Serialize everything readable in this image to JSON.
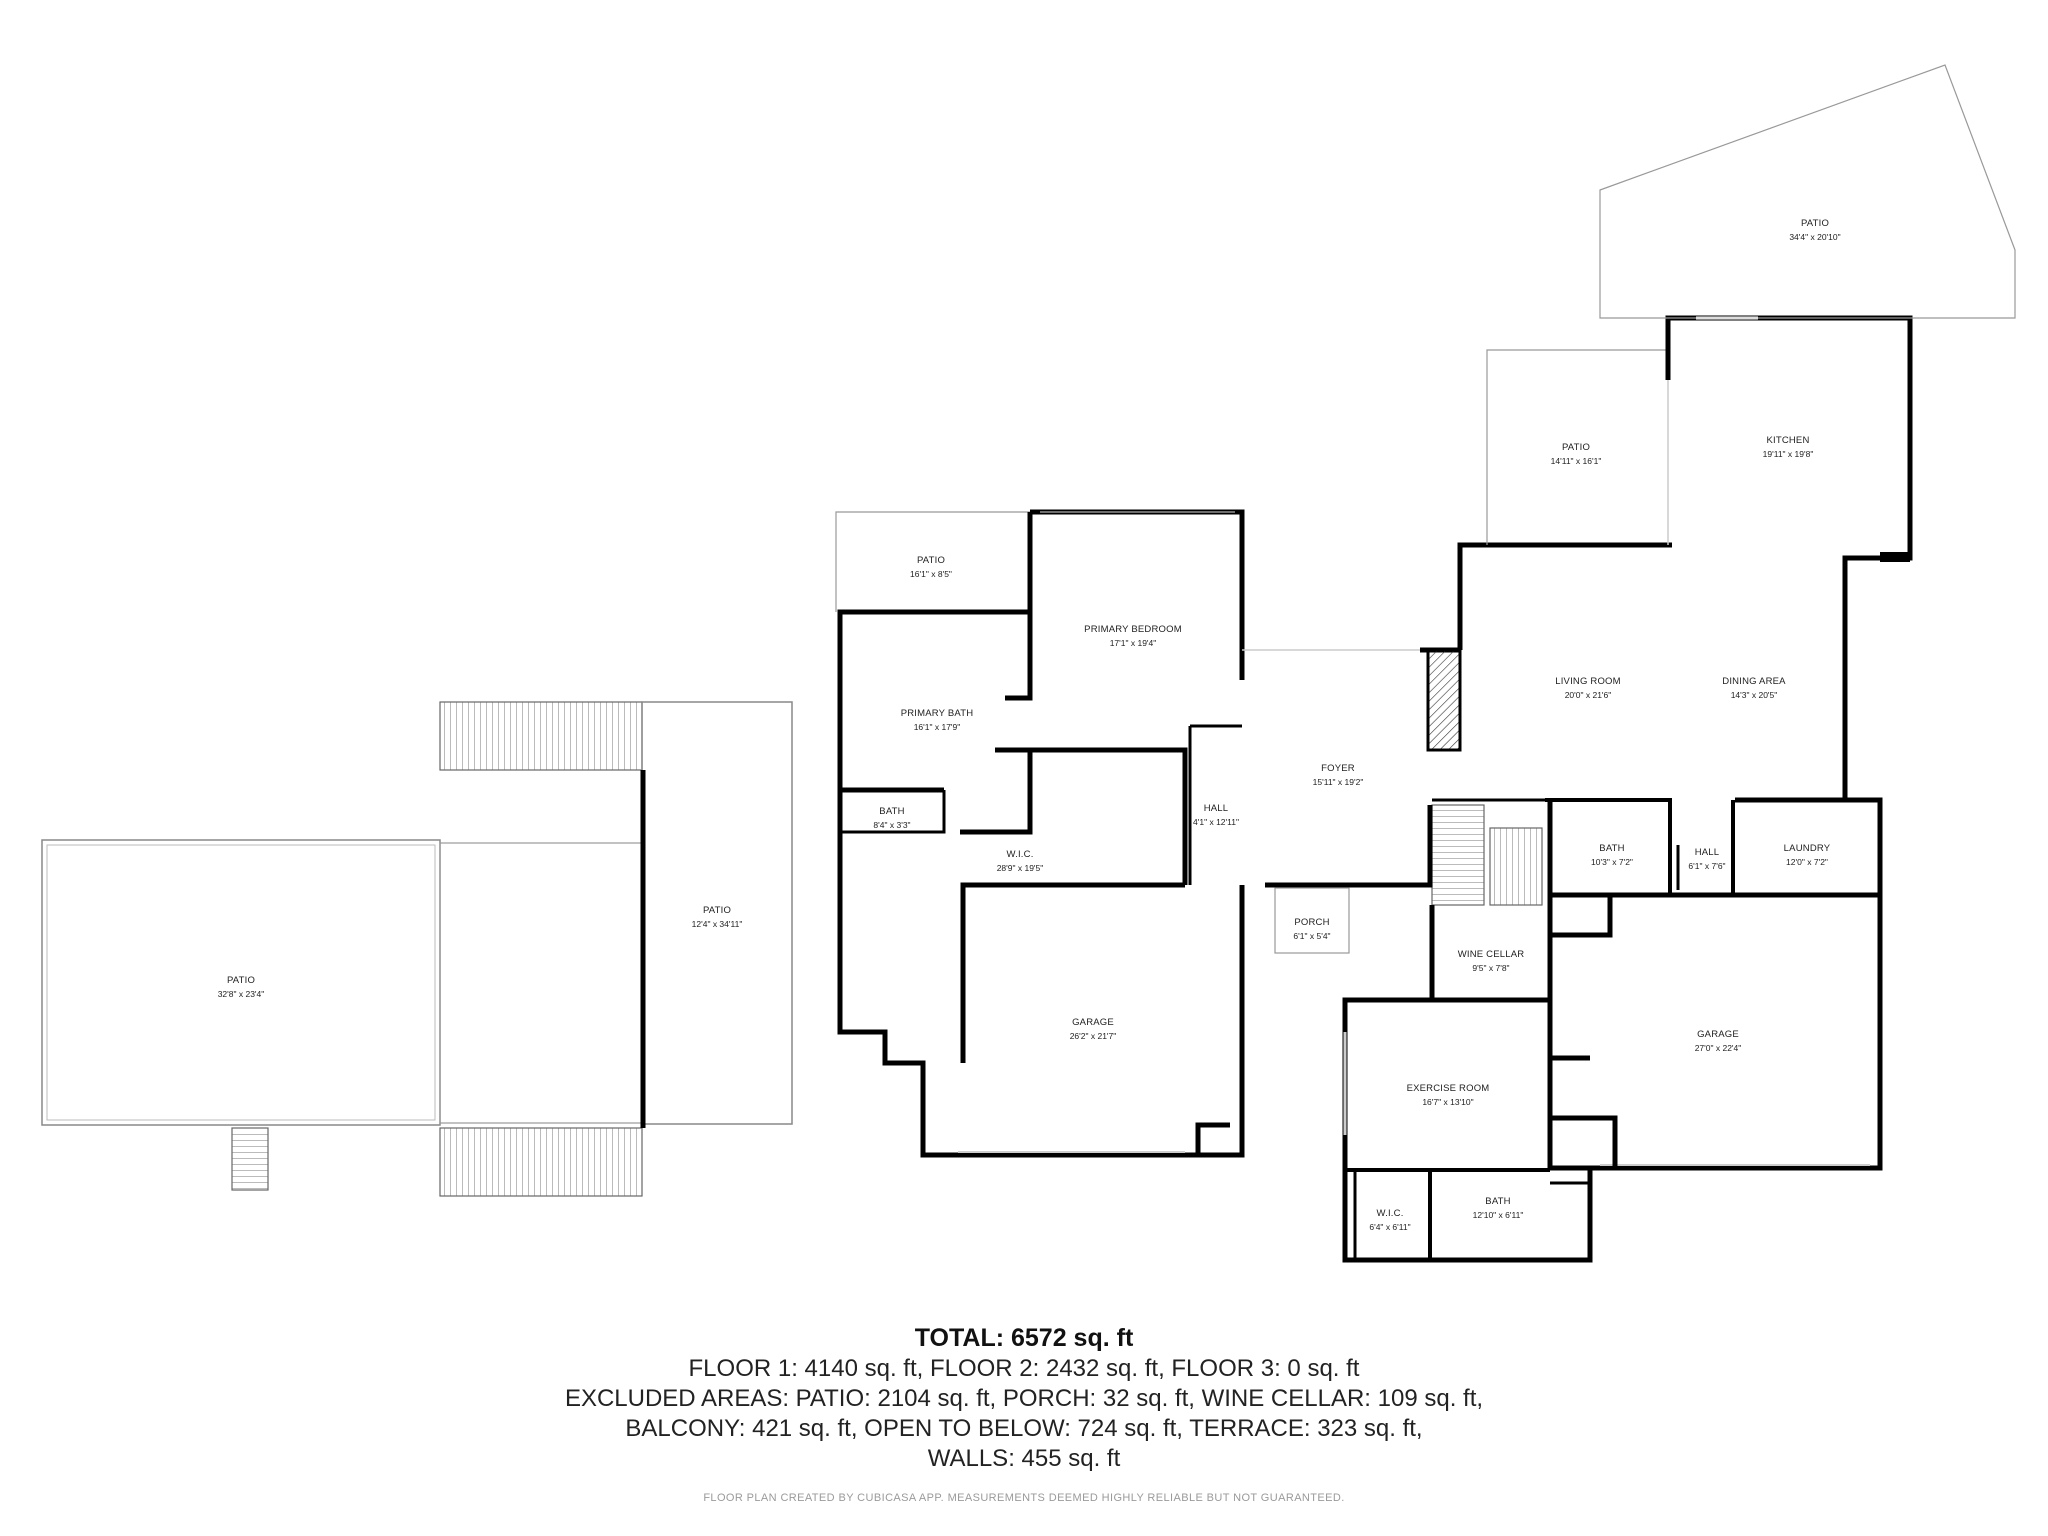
{
  "rooms": {
    "patio_top_right": {
      "name": "PATIO",
      "dim": "34'4\" x 20'10\""
    },
    "patio_mid_right": {
      "name": "PATIO",
      "dim": "14'11\" x 16'1\""
    },
    "kitchen": {
      "name": "KITCHEN",
      "dim": "19'11\" x 19'8\""
    },
    "living_room": {
      "name": "LIVING ROOM",
      "dim": "20'0\" x 21'6\""
    },
    "dining_area": {
      "name": "DINING AREA",
      "dim": "14'3\" x 20'5\""
    },
    "foyer": {
      "name": "FOYER",
      "dim": "15'11\" x 19'2\""
    },
    "bath_center": {
      "name": "BATH",
      "dim": "10'3\" x 7'2\""
    },
    "hall_center": {
      "name": "HALL",
      "dim": "6'1\" x 7'6\""
    },
    "laundry": {
      "name": "LAUNDRY",
      "dim": "12'0\" x 7'2\""
    },
    "porch": {
      "name": "PORCH",
      "dim": "6'1\" x 5'4\""
    },
    "wine_cellar": {
      "name": "WINE CELLAR",
      "dim": "9'5\" x 7'8\""
    },
    "garage_right": {
      "name": "GARAGE",
      "dim": "27'0\" x 22'4\""
    },
    "exercise_room": {
      "name": "EXERCISE ROOM",
      "dim": "16'7\" x 13'10\""
    },
    "wic_small": {
      "name": "W.I.C.",
      "dim": "6'4\" x 6'11\""
    },
    "bath_bottom": {
      "name": "BATH",
      "dim": "12'10\" x 6'11\""
    },
    "patio_bedroom": {
      "name": "PATIO",
      "dim": "16'1\" x 8'5\""
    },
    "primary_bedroom": {
      "name": "PRIMARY BEDROOM",
      "dim": "17'1\" x 19'4\""
    },
    "primary_bath": {
      "name": "PRIMARY BATH",
      "dim": "16'1\" x 17'9\""
    },
    "bath_small": {
      "name": "BATH",
      "dim": "8'4\" x 3'3\""
    },
    "hall_left": {
      "name": "HALL",
      "dim": "4'1\" x 12'11\""
    },
    "wic_large": {
      "name": "W.I.C.",
      "dim": "28'9\" x 19'5\""
    },
    "garage_left": {
      "name": "GARAGE",
      "dim": "26'2\" x 21'7\""
    },
    "patio_long": {
      "name": "PATIO",
      "dim": "12'4\" x 34'11\""
    },
    "patio_large": {
      "name": "PATIO",
      "dim": "32'8\" x 23'4\""
    }
  },
  "summary": {
    "total": "TOTAL: 6572 sq. ft",
    "line1": "FLOOR 1: 4140 sq. ft, FLOOR 2: 2432 sq. ft, FLOOR 3: 0 sq. ft",
    "line2": "EXCLUDED AREAS: PATIO: 2104 sq. ft, PORCH: 32 sq. ft, WINE CELLAR: 109 sq. ft,",
    "line3": "BALCONY: 421 sq. ft, OPEN TO BELOW: 724 sq. ft, TERRACE: 323 sq. ft,",
    "line4": "WALLS: 455 sq. ft"
  },
  "credit": "FLOOR PLAN CREATED BY CUBICASA APP. MEASUREMENTS DEEMED HIGHLY RELIABLE BUT NOT GUARANTEED."
}
